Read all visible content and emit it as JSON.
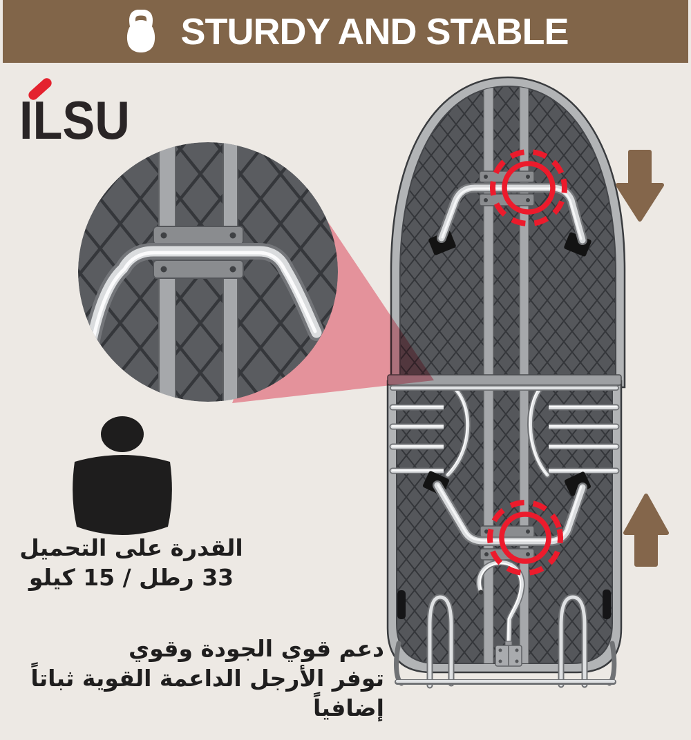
{
  "header": {
    "title": "STURDY AND STABLE",
    "icon": "kettlebell-icon",
    "bg_color": "#816549",
    "text_color": "#FFFFFF"
  },
  "brand": {
    "name": "ILSU",
    "text_color": "#2A2526",
    "accent_color": "#E4222E"
  },
  "capacity": {
    "icon": "weight-icon",
    "line1": "القدرة على التحميل",
    "line2": "33 رطل / 15 كيلو"
  },
  "support_note": {
    "line1": "دعم قوي الجودة وقوي",
    "line2": "توفر الأرجل الداعمة القوية ثباتاً إضافياً"
  },
  "annotations": {
    "highlight_color": "#EC1B2C",
    "beam_color": "#F6A0AD",
    "arrow_color": "#84664B",
    "arrows": [
      "down",
      "up"
    ],
    "board_mesh_color": "#55575B"
  }
}
